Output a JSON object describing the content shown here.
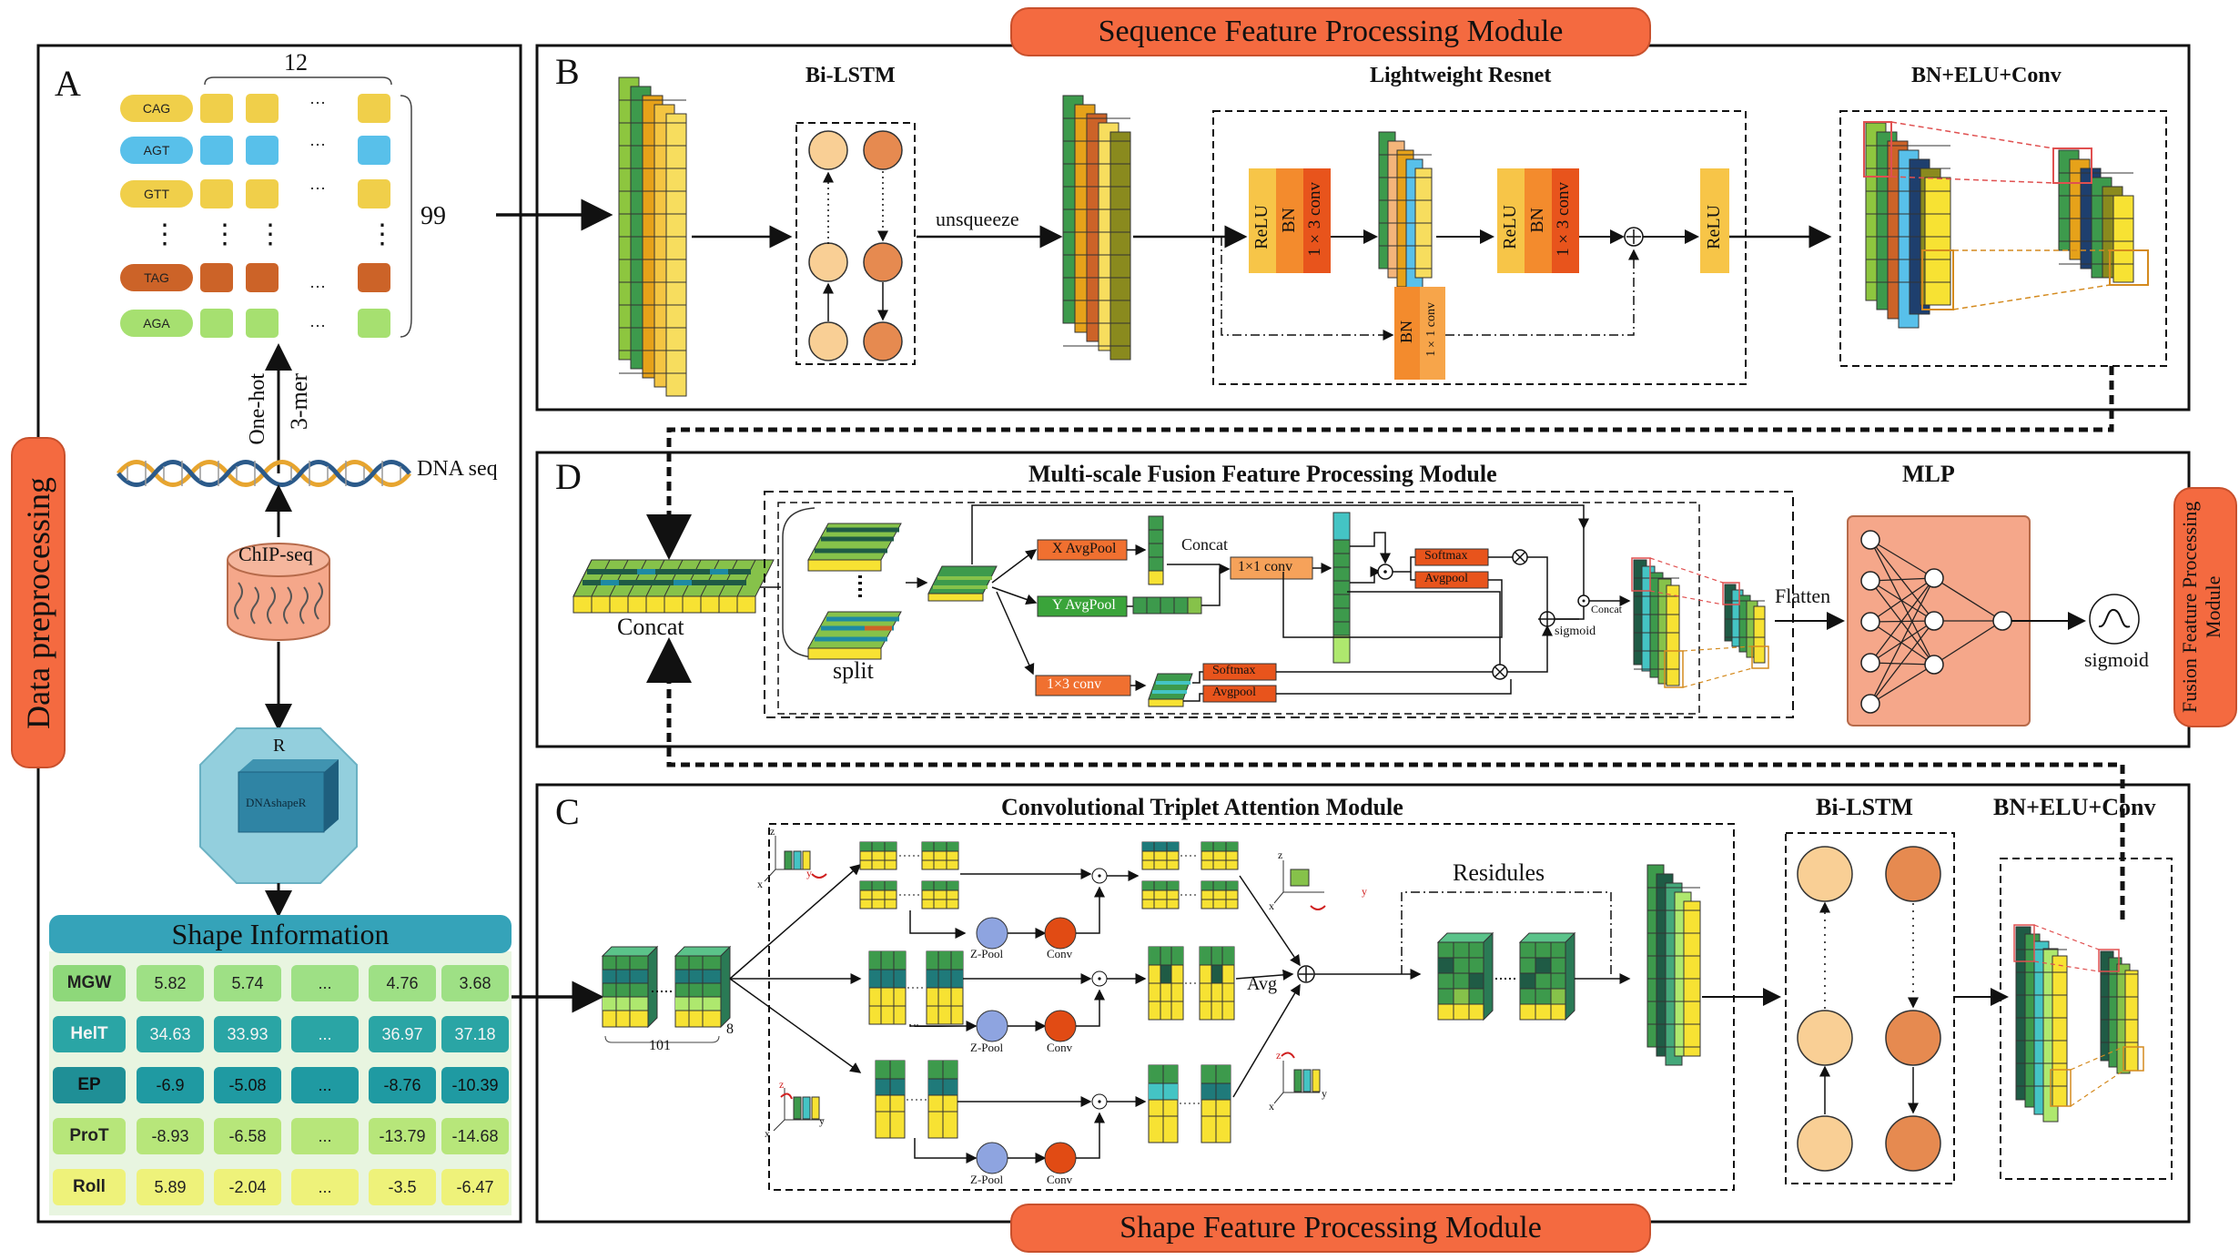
{
  "modules": {
    "sequence_title": "Sequence Feature Processing Module",
    "shape_title": "Shape Feature Processing Module",
    "fusion_side": "Fusion Feature Processing Module",
    "data_prep_side": "Data preprocessing"
  },
  "panel_letters": {
    "a": "A",
    "b": "B",
    "c": "C",
    "d": "D"
  },
  "panel_a": {
    "count_top": "12",
    "count_right": "99",
    "kmers": [
      "CAG",
      "AGT",
      "GTT",
      "TAG",
      "AGA"
    ],
    "ellipsis_h": "···",
    "vdots": "⋮",
    "onehot_label": "One-hot",
    "kmer3_label": "3-mer",
    "dna_label": "DNA seq",
    "chip_label": "ChIP-seq",
    "r_label": "R",
    "dnashaper_label": "DNAshapeR",
    "shape_info_title": "Shape Information",
    "shape_rows": [
      {
        "name": "MGW",
        "values": [
          "5.82",
          "5.74",
          "...",
          "4.76",
          "3.68"
        ]
      },
      {
        "name": "HelT",
        "values": [
          "34.63",
          "33.93",
          "...",
          "36.97",
          "37.18"
        ]
      },
      {
        "name": "EP",
        "values": [
          "-6.9",
          "-5.08",
          "...",
          "-8.76",
          "-10.39"
        ]
      },
      {
        "name": "ProT",
        "values": [
          "-8.93",
          "-6.58",
          "...",
          "-13.79",
          "-14.68"
        ]
      },
      {
        "name": "Roll",
        "values": [
          "5.89",
          "-2.04",
          "...",
          "-3.5",
          "-6.47"
        ]
      }
    ]
  },
  "panel_b": {
    "bilstm_title": "Bi-LSTM",
    "resnet_title": "Lightweight Resnet",
    "bnelu_title": "BN+ELU+Conv",
    "unsqueeze": "unsqueeze",
    "relu": "ReLU",
    "bn": "BN",
    "conv13": "1×3 conv",
    "conv11": "1×1 conv",
    "plus": "+"
  },
  "panel_d": {
    "title": "Multi-scale Fusion Feature Processing Module",
    "mlp_title": "MLP",
    "concat": "Concat",
    "split": "split",
    "x_avgpool": "X AvgPool",
    "y_avgpool": "Y AvgPool",
    "concat_small": "Concat",
    "conv11": "1×1  conv",
    "conv13": "1×3  conv",
    "softmax": "Softmax",
    "avgpool": "Avgpool",
    "concat_tiny": "Concat",
    "sigmoid_small": "sigmoid",
    "flatten": "Flatten",
    "sigmoid_out": "sigmoid"
  },
  "panel_c": {
    "cta_title": "Convolutional Triplet Attention Module",
    "bilstm_title": "Bi-LSTM",
    "bnelu_title": "BN+ELU+Conv",
    "zpool": "Z-Pool",
    "conv": "Conv",
    "avg": "Avg",
    "residules": "Residules",
    "dim_101": "101",
    "dim_8": "8",
    "axis_x": "x",
    "axis_y": "y",
    "axis_z": "z"
  },
  "colors": {
    "orange_pill": "#f46a40",
    "teal_header": "#35a3b9",
    "kmer_yellow": "#f0cf4a",
    "kmer_blue": "#58c0ea",
    "kmer_brown": "#cc6328",
    "kmer_green": "#a6e070",
    "mlp_bg": "#f5a78a",
    "lstm_light": "#f9cf95",
    "lstm_dark": "#e68a50"
  }
}
